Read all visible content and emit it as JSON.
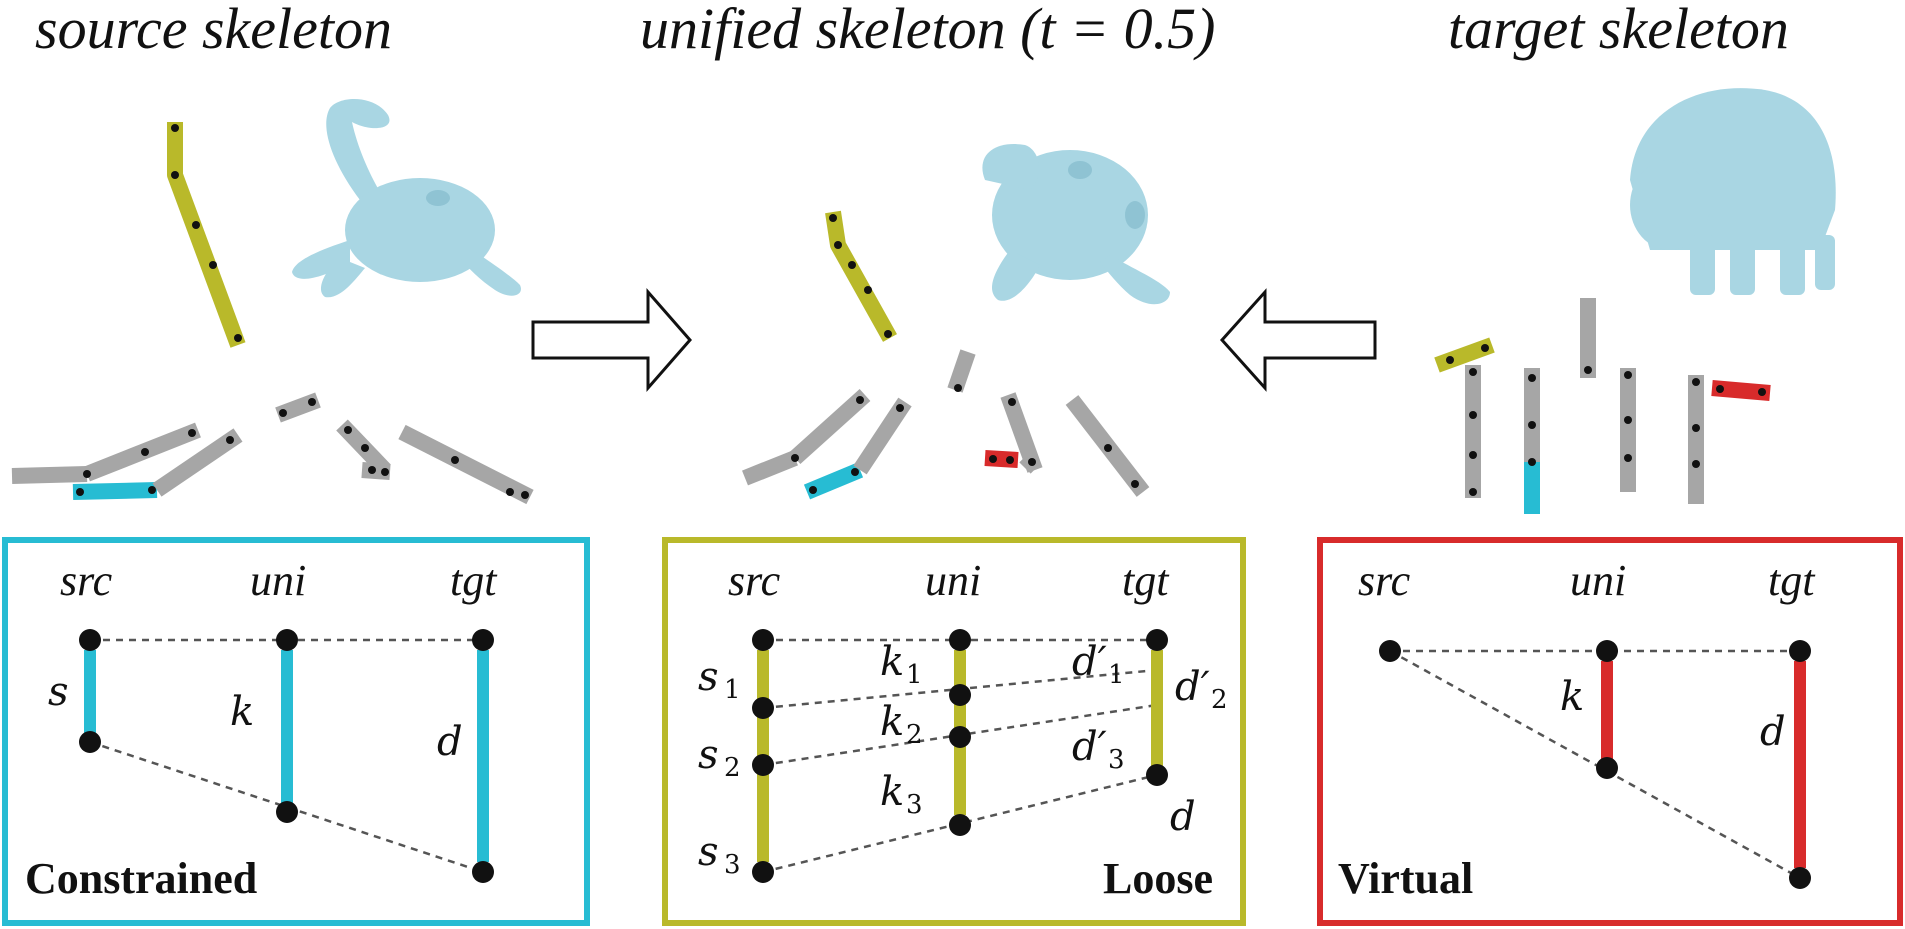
{
  "titles": {
    "source": "source skeleton",
    "unified": "unified skeleton (t = 0.5)",
    "target": "target skeleton"
  },
  "colors": {
    "cyan": "#27bcd3",
    "olive": "#b9b92a",
    "red": "#d82b2b",
    "gray": "#a6a6a6",
    "mesh": "#a9d6e3"
  },
  "panels": {
    "constrained": {
      "label": "Constrained",
      "cols": [
        "src",
        "uni",
        "tgt"
      ],
      "vars": {
        "s": "s",
        "k": "k",
        "d": "d"
      }
    },
    "loose": {
      "label": "Loose",
      "cols": [
        "src",
        "uni",
        "tgt"
      ],
      "vars": {
        "s1": "s",
        "s1_sub": "1",
        "s2": "s",
        "s2_sub": "2",
        "s3": "s",
        "s3_sub": "3",
        "k1": "k",
        "k1_sub": "1",
        "k2": "k",
        "k2_sub": "2",
        "k3": "k",
        "k3_sub": "3",
        "d1": "d′",
        "d1_sub": "1",
        "d2": "d′",
        "d2_sub": "2",
        "d3": "d′",
        "d3_sub": "3",
        "d": "d"
      }
    },
    "virtual": {
      "label": "Virtual",
      "cols": [
        "src",
        "uni",
        "tgt"
      ],
      "vars": {
        "k": "k",
        "d": "d"
      }
    }
  }
}
